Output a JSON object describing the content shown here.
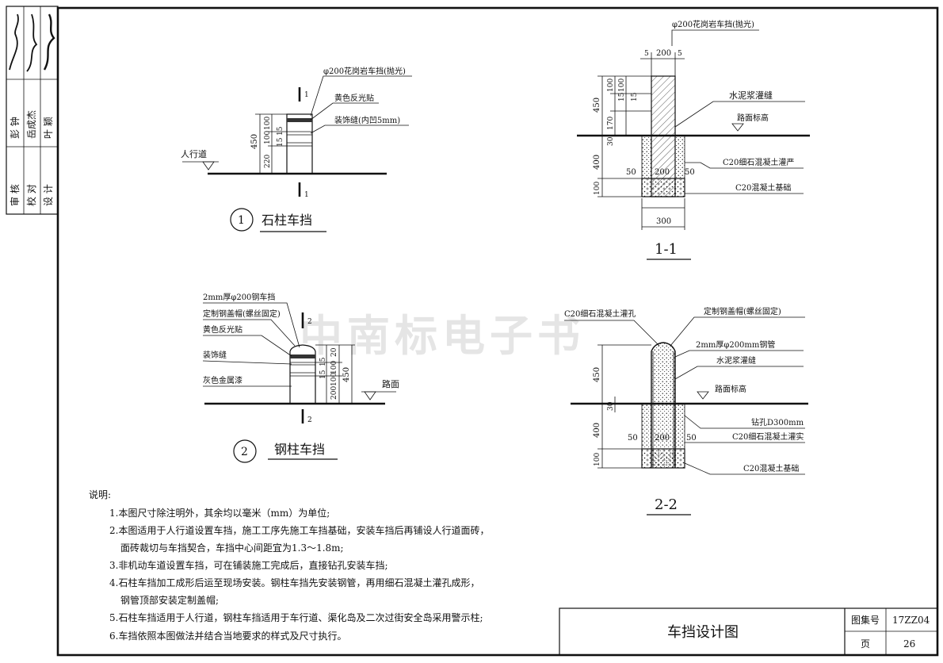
{
  "sidebar": {
    "row1": "审 核",
    "row2": "校 对",
    "row3": "设 计",
    "name1": "彭 钟",
    "name2": "岳成杰",
    "name3": "叶 颖"
  },
  "watermark": "中南标电子书",
  "fig1": {
    "circle_no": "1",
    "title": "石柱车挡",
    "l_granite": "φ200花岗岩车挡(抛光)",
    "l_reflect": "黄色反光贴",
    "l_groove": "装饰缝(内凹5mm)",
    "l_walk": "人行道",
    "d450": "450",
    "d100": "100",
    "d15a": "15",
    "d15b": "15",
    "d100b": "100",
    "d220": "220",
    "sec_top": "1",
    "sec_bot": "1"
  },
  "fig2": {
    "circle_no": "2",
    "title": "钢柱车挡",
    "l_steel": "2mm厚φ200钢车挡",
    "l_cap": "定制钢盖帽(螺丝固定)",
    "l_reflect": "黄色反光贴",
    "l_groove": "装饰缝",
    "l_paint": "灰色金属漆",
    "l_road": "路面",
    "d450": "450",
    "d20": "20",
    "d100": "100",
    "d15a": "15",
    "d15b": "15",
    "d100b": "100",
    "d200": "200",
    "sec_top": "2",
    "sec_bot": "2"
  },
  "sec1": {
    "title": "1-1",
    "l_granite": "φ200花岗岩车挡(抛光)",
    "l_grout": "水泥浆灌缝",
    "l_grade": "路面标高",
    "l_fine": "C20细石混凝土灌严",
    "l_base": "C20混凝土基础",
    "d5a": "5",
    "d200": "200",
    "d5b": "5",
    "d450": "450",
    "d100a": "100",
    "d100b": "100",
    "d15a": "15",
    "d15b": "15",
    "d170": "170",
    "d30": "30",
    "d400": "400",
    "d50a": "50",
    "d200b": "200",
    "d50b": "50",
    "d100c": "100",
    "d300": "300"
  },
  "sec2": {
    "title": "2-2",
    "l_hole": "C20细石混凝土灌孔",
    "l_cap": "定制钢盖帽(螺丝固定)",
    "l_pipe": "2mm厚φ200mm钢管",
    "l_grout": "水泥浆灌缝",
    "l_grade": "路面标高",
    "l_drill": "钻孔D300mm",
    "l_fine": "C20细石混凝土灌实",
    "l_base": "C20混凝土基础",
    "d450": "450",
    "d30": "30",
    "d400": "400",
    "d50a": "50",
    "d200": "200",
    "d50b": "50",
    "d100": "100"
  },
  "notes": {
    "heading": "说明:",
    "lines": [
      "1.本图尺寸除注明外，其余均以毫米（mm）为单位;",
      "2.本图适用于人行道设置车挡，施工工序先施工车挡基础，安装车挡后再铺设人行道面砖，",
      "面砖裁切与车挡契合，车挡中心间距宜为1.3～1.8m;",
      "3.非机动车道设置车挡，可在铺装施工完成后，直接钻孔安装车挡;",
      "4.石柱车挡加工成形后运至现场安装。钢柱车挡先安装钢管，再用细石混凝土灌孔成形，",
      "钢管顶部安装定制盖帽;",
      "5.石柱车挡适用于人行道，钢柱车挡适用于车行道、渠化岛及二次过街安全岛采用警示柱;",
      "6.车挡依照本图做法并结合当地要求的样式及尺寸执行。"
    ]
  },
  "titleblock": {
    "drawing_title": "车挡设计图",
    "atlas_label": "图集号",
    "atlas_no": "17ZZ04",
    "page_label": "页",
    "page_no": "26"
  }
}
